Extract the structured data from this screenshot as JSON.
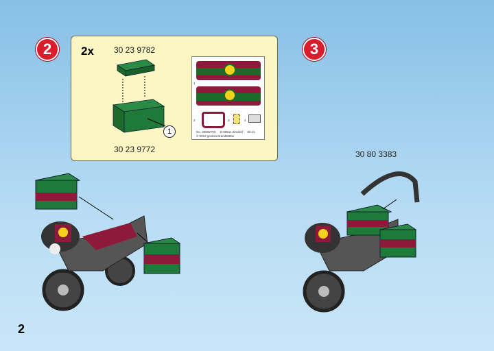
{
  "steps": [
    {
      "number": "2"
    },
    {
      "number": "3"
    }
  ],
  "panel": {
    "quantity": "2x",
    "part_top": "30 23 9782",
    "part_bottom": "30 23 9772",
    "callout": "1",
    "sticker_sheet": {
      "labels": [
        "1",
        "2",
        "3",
        "4"
      ],
      "footer_line1": "No. 30802793     D-90511 Zirndorf     00.11",
      "footer_line2": "© 2012 geobra Brandstätter"
    }
  },
  "step3_part": "30 80 3383",
  "page_number": "2",
  "colors": {
    "step_badge": "#d81e2c",
    "panel_bg": "#fbf6c4",
    "case_green": "#1f7a3a",
    "bike_red": "#8d1a3a"
  }
}
